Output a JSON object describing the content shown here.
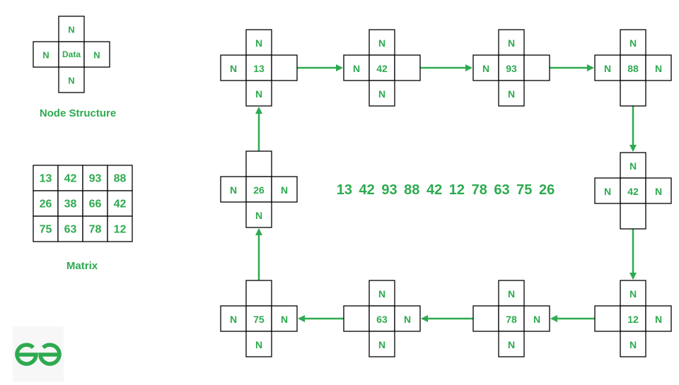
{
  "colors": {
    "accent": "#2daa4f",
    "border": "#000000"
  },
  "legend": {
    "neighbor_label": "N",
    "data_label": "Data",
    "caption": "Node Structure"
  },
  "matrix": {
    "caption": "Matrix",
    "rows": [
      [
        "13",
        "42",
        "93",
        "88"
      ],
      [
        "26",
        "38",
        "66",
        "42"
      ],
      [
        "75",
        "63",
        "78",
        "12"
      ]
    ]
  },
  "traversal_sequence": "13 42 93 88 42 12 78 63 75 26",
  "nodes": [
    {
      "id": "n13",
      "value": "13",
      "top": "N",
      "left": "N",
      "right": "",
      "bottom": "N"
    },
    {
      "id": "n42a",
      "value": "42",
      "top": "N",
      "left": "N",
      "right": "",
      "bottom": "N"
    },
    {
      "id": "n93",
      "value": "93",
      "top": "N",
      "left": "N",
      "right": "",
      "bottom": "N"
    },
    {
      "id": "n88",
      "value": "88",
      "top": "N",
      "left": "N",
      "right": "N",
      "bottom": ""
    },
    {
      "id": "n42b",
      "value": "42",
      "top": "N",
      "left": "N",
      "right": "N",
      "bottom": ""
    },
    {
      "id": "n12",
      "value": "12",
      "top": "N",
      "left": "",
      "right": "N",
      "bottom": "N"
    },
    {
      "id": "n78",
      "value": "78",
      "top": "N",
      "left": "",
      "right": "N",
      "bottom": "N"
    },
    {
      "id": "n63",
      "value": "63",
      "top": "N",
      "left": "",
      "right": "N",
      "bottom": "N"
    },
    {
      "id": "n75",
      "value": "75",
      "top": "",
      "left": "N",
      "right": "N",
      "bottom": "N"
    },
    {
      "id": "n26",
      "value": "26",
      "top": "",
      "left": "N",
      "right": "N",
      "bottom": "N"
    }
  ],
  "links": [
    [
      "n13",
      "n42a"
    ],
    [
      "n42a",
      "n93"
    ],
    [
      "n93",
      "n88"
    ],
    [
      "n88",
      "n42b"
    ],
    [
      "n42b",
      "n12"
    ],
    [
      "n12",
      "n78"
    ],
    [
      "n78",
      "n63"
    ],
    [
      "n63",
      "n75"
    ],
    [
      "n75",
      "n26"
    ],
    [
      "n26",
      "n13"
    ]
  ],
  "logo_icon": "geeksforgeeks-logo-icon"
}
